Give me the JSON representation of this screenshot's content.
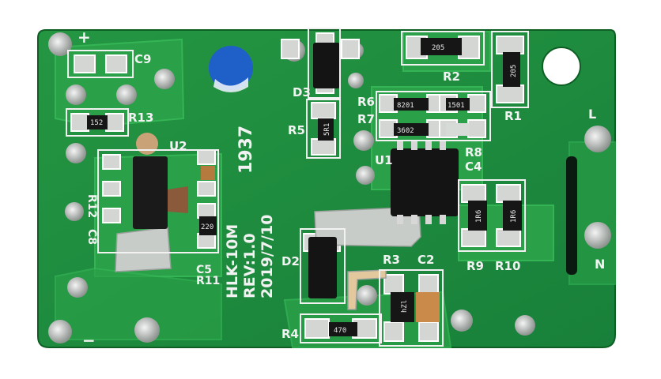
{
  "board": {
    "colors": {
      "background": "#ffffff",
      "solder_mask": "#1f8a3a",
      "solder_mask_dark": "#156d2c",
      "solder_mask_light": "#2ea24a",
      "silkscreen": "#f2f2f2",
      "pad": "#cfd3cf",
      "chip": "#1a1a1a",
      "blue_dot": "#1f5fc8",
      "capacitor": "#c98a4a"
    },
    "silkscreen": {
      "plus": "+",
      "minus": "−",
      "c9": "C9",
      "r13": "R13",
      "u2": "U2",
      "r12": "R12",
      "c8": "C8",
      "c5": "C5",
      "r11": "R11",
      "d3": "D3",
      "r5": "R5",
      "r6": "R6",
      "r7": "R7",
      "u1": "U1",
      "r8": "R8",
      "c4": "C4",
      "r2": "R2",
      "r1": "R1",
      "l_terminal": "L",
      "n_terminal": "N",
      "d2": "D2",
      "r3": "R3",
      "c2": "C2",
      "r4": "R4",
      "r9": "R9",
      "r10": "R10",
      "model": "HLK-10M",
      "revision": "REV:1.0",
      "date": "2019/7/10",
      "date_code": "1937"
    },
    "chip_markings": {
      "r2_value": "205",
      "r1_value": "205",
      "r13_value": "152",
      "r5_value": "5R1",
      "r6_value": "8201",
      "r6b_value": "1501",
      "r7_value": "3602",
      "c5_value": "220",
      "r9_value": "1R6",
      "r10_value": "1R6",
      "r4_value": "470",
      "r3_value": "hZl"
    }
  }
}
